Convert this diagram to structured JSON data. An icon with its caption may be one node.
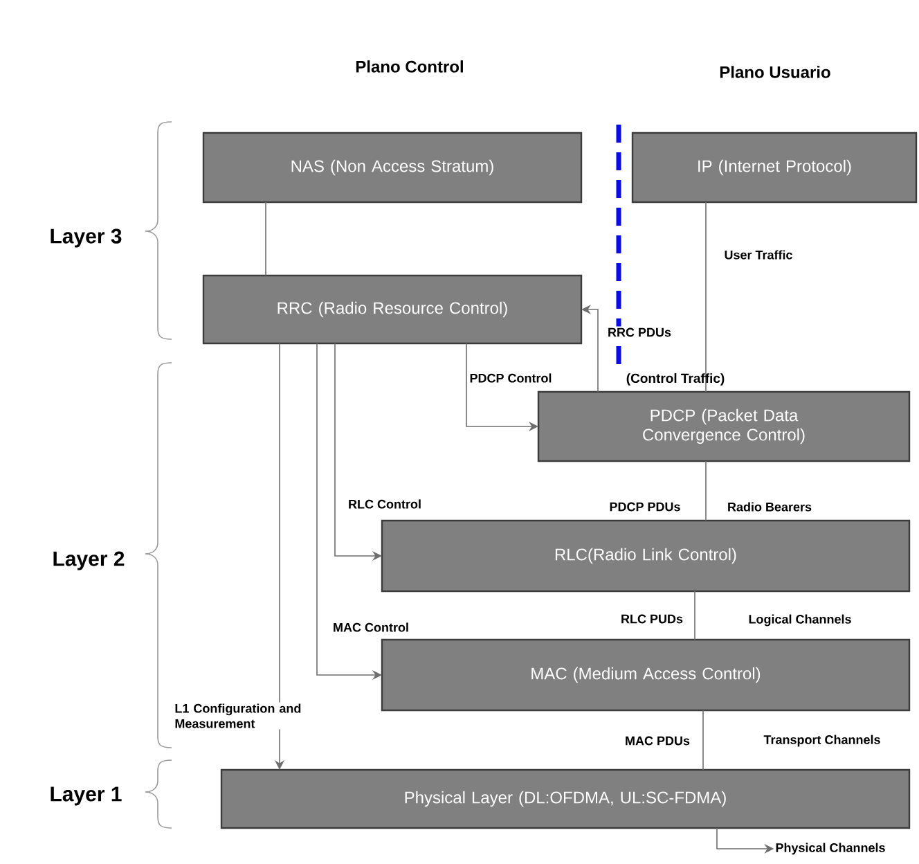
{
  "diagram": {
    "nodes": [
      {
        "text": [
          "NAS (Non Access Stratum)"
        ]
      },
      {
        "text": [
          "IP (Internet  Protocol)"
        ]
      },
      {
        "text": [
          "RRC (Radio  Resource  Control)"
        ]
      },
      {
        "text": [
          "PDCP (Packet Data Convergence Control)"
        ]
      },
      {
        "text": [
          "RLC(Radio Link Control)"
        ]
      },
      {
        "text": [
          "MAC (Medium  Access  Control)"
        ]
      },
      {
        "text": [
          "Physical Layer (DL:OFDMA,  UL:SC-FDMA)"
        ]
      },
      {
        "text": [
          "Physical Channels"
        ]
      }
    ],
    "edges": [
      {
        "from": 0,
        "to": 2,
        "arrow": "none"
      },
      {
        "from": 1,
        "to": 3,
        "arrow": "none",
        "label": "User Traffic"
      },
      {
        "from": 3,
        "to": 2,
        "arrow": "to",
        "label": "RRC PDUs"
      },
      {
        "from": 2,
        "to": 3,
        "arrow": "to",
        "label": "PDCP Control"
      },
      {
        "from": 2,
        "to": 4,
        "arrow": "to",
        "label": "RLC Control"
      },
      {
        "from": 2,
        "to": 5,
        "arrow": "to",
        "label": "MAC Control"
      },
      {
        "from": 2,
        "to": 6,
        "arrow": "to",
        "label": "L1 Configuration and Measurement"
      },
      {
        "from": 3,
        "to": 4,
        "arrow": "none",
        "label": "PDCP PDUs"
      },
      {
        "from": 4,
        "to": 5,
        "arrow": "none",
        "label": "RLC PUDs"
      },
      {
        "from": 5,
        "to": 6,
        "arrow": "none",
        "label": "MAC PDUs"
      },
      {
        "from": 6,
        "to": 7,
        "arrow": "to"
      }
    ],
    "labels": [
      "Plano Control",
      "Plano Usuario",
      "Layer 3",
      "(Control Traffic)",
      "Layer 2",
      "Radio Bearers",
      "Logical Channels",
      "Layer 1",
      "Transport Channels"
    ]
  }
}
